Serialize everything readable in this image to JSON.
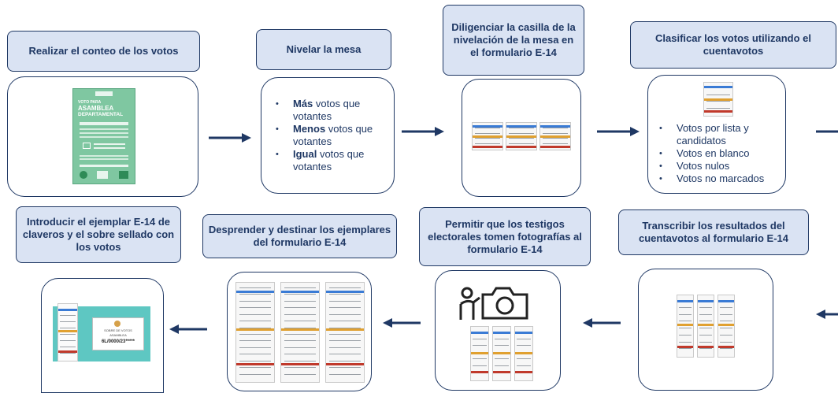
{
  "steps": [
    {
      "title": "Realizar el conteo de los votos"
    },
    {
      "title": "Nivelar  la mesa"
    },
    {
      "title": "Diligenciar la casilla de la nivelación de la mesa en el formulario E-14"
    },
    {
      "title": "Clasificar los votos utilizando el cuentavotos"
    },
    {
      "title": "Transcribir los resultados del cuentavotos  al formulario E-14"
    },
    {
      "title": "Permitir que los testigos electorales tomen fotografías al formulario E-14"
    },
    {
      "title": "Desprender y destinar los ejemplares del formulario E-14"
    },
    {
      "title": "Introducir el ejemplar  E-14 de claveros y el sobre sellado con los votos"
    }
  ],
  "poster": {
    "line1": "VOTO PARA",
    "line2": "ASAMBLEA",
    "line3": "DEPARTAMENTAL"
  },
  "nivelar_list": [
    {
      "bold": "Más",
      "rest": " votos que votantes"
    },
    {
      "bold": "Menos",
      "rest": " votos que votantes"
    },
    {
      "bold": "Igual",
      "rest": " votos que votantes"
    }
  ],
  "clasificar_list": [
    "Votos por lista y candidatos",
    "Votos en blanco",
    "Votos nulos",
    "Votos no marcados"
  ],
  "envelope": {
    "line1": "SOBRE DE VOTOS",
    "line2": "ASAMBLEA",
    "serial": "6L/0000/23*****"
  },
  "colors": {
    "title_fill": "#dae3f3",
    "title_border": "#1f3864",
    "arrow": "#1f3864",
    "poster_green": "#7fc7a1",
    "envelope_teal": "#5ec7c2"
  }
}
